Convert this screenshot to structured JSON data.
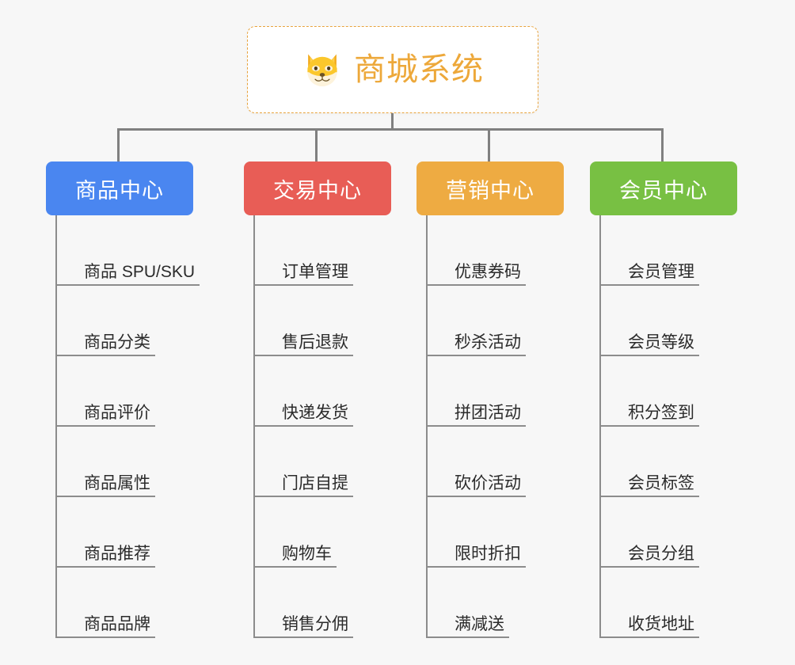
{
  "diagram": {
    "title": "商城系统",
    "type": "org-chart",
    "background_color": "#f7f7f7",
    "root": {
      "label": "商城系统",
      "icon": "dog-face-icon",
      "text_color": "#eda83a",
      "border_color": "#e8a33d",
      "background_color": "#ffffff"
    },
    "connector_color": "#808080",
    "categories": [
      {
        "label": "商品中心",
        "color": "#4a86f0",
        "items": [
          "商品 SPU/SKU",
          "商品分类",
          "商品评价",
          "商品属性",
          "商品推荐",
          "商品品牌"
        ]
      },
      {
        "label": "交易中心",
        "color": "#e85d56",
        "items": [
          "订单管理",
          "售后退款",
          "快递发货",
          "门店自提",
          "购物车",
          "销售分佣"
        ]
      },
      {
        "label": "营销中心",
        "color": "#eeab42",
        "items": [
          "优惠券码",
          "秒杀活动",
          "拼团活动",
          "砍价活动",
          "限时折扣",
          "满减送"
        ]
      },
      {
        "label": "会员中心",
        "color": "#78c043",
        "items": [
          "会员管理",
          "会员等级",
          "积分签到",
          "会员标签",
          "会员分组",
          "收货地址"
        ]
      }
    ]
  }
}
